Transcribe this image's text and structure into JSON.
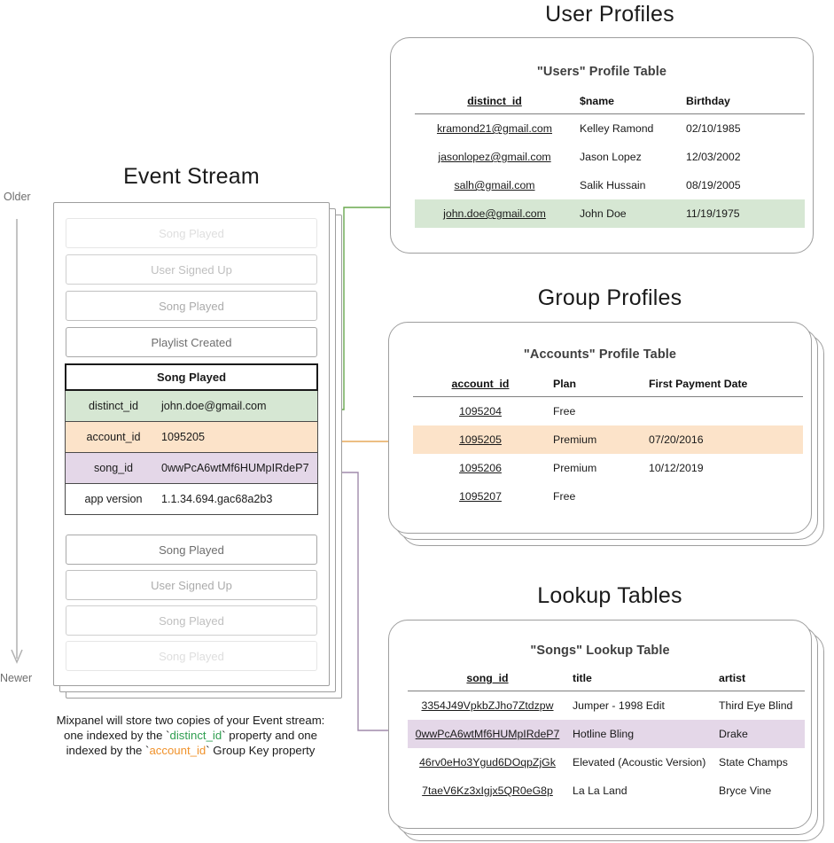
{
  "sections": {
    "event_stream_title": "Event Stream",
    "user_profiles_title": "User Profiles",
    "group_profiles_title": "Group Profiles",
    "lookup_tables_title": "Lookup Tables"
  },
  "timeline": {
    "older_label": "Older",
    "newer_label": "Newer",
    "arrow_icon": "down-arrow-icon"
  },
  "event_stream": {
    "events_before": [
      {
        "label": "Song Played",
        "fade": "fade-most"
      },
      {
        "label": "User Signed Up",
        "fade": "fade-mid"
      },
      {
        "label": "Song Played",
        "fade": "fade-some"
      },
      {
        "label": "Playlist Created",
        "fade": "fade-none"
      }
    ],
    "focus_event": {
      "header": "Song Played",
      "rows": [
        {
          "key": "distinct_id",
          "value": "john.doe@gmail.com",
          "tone": "green"
        },
        {
          "key": "account_id",
          "value": "1095205",
          "tone": "orange"
        },
        {
          "key": "song_id",
          "value": "0wwPcA6wtMf6HUMpIRdeP7",
          "tone": "purple"
        },
        {
          "key": "app version",
          "value": "1.1.34.694.gac68a2b3",
          "tone": "plain"
        }
      ]
    },
    "events_after": [
      {
        "label": "Song Played",
        "fade": "fade-none"
      },
      {
        "label": "User Signed Up",
        "fade": "fade-some"
      },
      {
        "label": "Song Played",
        "fade": "fade-mid"
      },
      {
        "label": "Song Played",
        "fade": "fade-most"
      }
    ]
  },
  "caption": {
    "line1": "Mixpanel will store two copies of your Event stream:",
    "line2_pre": "one indexed by the `",
    "line2_token": "distinct_id",
    "line2_post": "` property and one",
    "line3_pre": "indexed by the `",
    "line3_token": "account_id",
    "line3_post": "` Group Key property"
  },
  "users_table": {
    "title": "\"Users\" Profile Table",
    "columns": [
      "distinct_id",
      "$name",
      "Birthday"
    ],
    "rows": [
      {
        "cells": [
          "kramond21@gmail.com",
          "Kelley Ramond",
          "02/10/1985"
        ],
        "highlight": ""
      },
      {
        "cells": [
          "jasonlopez@gmail.com",
          "Jason Lopez",
          "12/03/2002"
        ],
        "highlight": ""
      },
      {
        "cells": [
          "salh@gmail.com",
          "Salik Hussain",
          "08/19/2005"
        ],
        "highlight": ""
      },
      {
        "cells": [
          "john.doe@gmail.com",
          "John Doe",
          "11/19/1975"
        ],
        "highlight": "hl-green"
      }
    ]
  },
  "accounts_table": {
    "title": "\"Accounts\" Profile Table",
    "columns": [
      "account_id",
      "Plan",
      "First Payment Date"
    ],
    "rows": [
      {
        "cells": [
          "1095204",
          "Free",
          ""
        ],
        "highlight": ""
      },
      {
        "cells": [
          "1095205",
          "Premium",
          "07/20/2016"
        ],
        "highlight": "hl-orange"
      },
      {
        "cells": [
          "1095206",
          "Premium",
          "10/12/2019"
        ],
        "highlight": ""
      },
      {
        "cells": [
          "1095207",
          "Free",
          ""
        ],
        "highlight": ""
      }
    ]
  },
  "songs_table": {
    "title": "\"Songs\" Lookup Table",
    "columns": [
      "song_id",
      "title",
      "artist"
    ],
    "rows": [
      {
        "cells": [
          "3354J49VpkbZJho7Ztdzpw",
          "Jumper - 1998 Edit",
          "Third Eye Blind"
        ],
        "highlight": ""
      },
      {
        "cells": [
          "0wwPcA6wtMf6HUMpIRdeP7",
          "Hotline Bling",
          "Drake"
        ],
        "highlight": "hl-purple"
      },
      {
        "cells": [
          "46rv0eHo3Ygud6DOqpZjGk",
          "Elevated (Acoustic Version)",
          "State Champs"
        ],
        "highlight": ""
      },
      {
        "cells": [
          "7taeV6Kz3xIgjx5QR0eG8p",
          "La La Land",
          "Bryce Vine"
        ],
        "highlight": ""
      }
    ]
  },
  "colors": {
    "green": "#d6e7d3",
    "orange": "#fce3c9",
    "purple": "#e4d7e8",
    "connector_green": "#6aa84f",
    "connector_orange": "#e69138",
    "connector_purple": "#a08aab",
    "panel_border": "#9e9e9e"
  }
}
